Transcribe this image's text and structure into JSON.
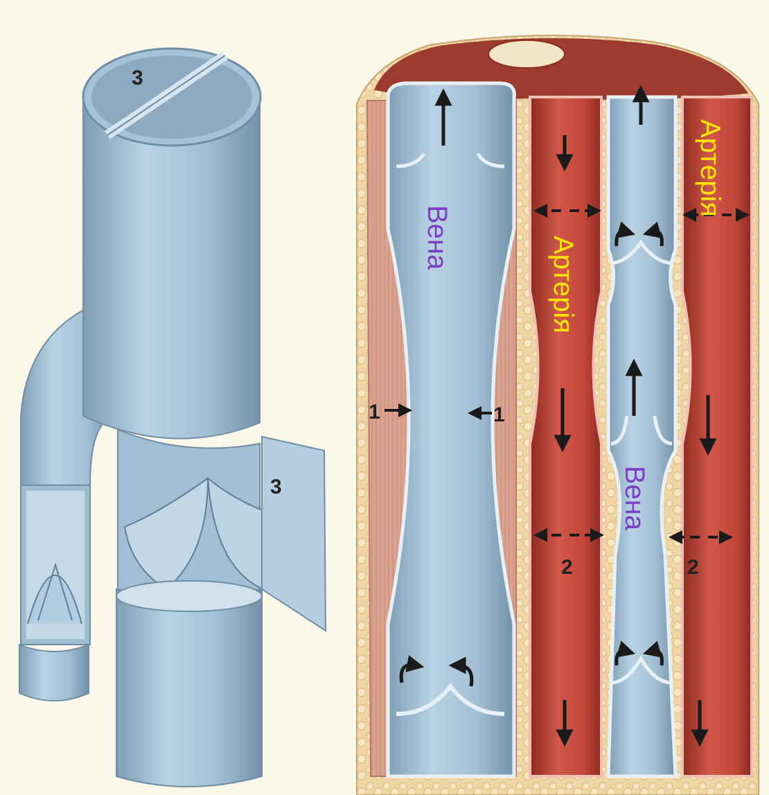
{
  "labels": {
    "vein": "Вена",
    "artery": "Артерія",
    "muscle_marker": "1",
    "pulse_marker": "2",
    "valve_marker": "3"
  },
  "colors": {
    "background": "#fbf8ea",
    "vein": "#a9c5d9",
    "vein_dark": "#7f9db3",
    "artery": "#c4483a",
    "artery_dark": "#8e2a20",
    "muscle": "#d9a38f",
    "fat": "#f0d6a4",
    "vein_label": "#7b3fc4",
    "artery_label": "#ffe600"
  }
}
